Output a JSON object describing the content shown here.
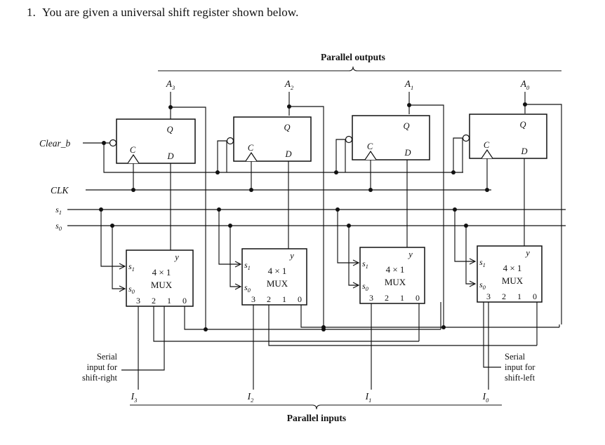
{
  "question": {
    "number": "1.",
    "text": "You are given a universal shift register shown below."
  },
  "diagram": {
    "title_parallel_outputs": "Parallel outputs",
    "title_parallel_inputs": "Parallel inputs",
    "left_signals": [
      {
        "name": "clear-b",
        "label": "Clear_b"
      },
      {
        "name": "clk",
        "label": "CLK"
      },
      {
        "name": "s1",
        "label": "s",
        "sub": "1"
      },
      {
        "name": "s0",
        "label": "s",
        "sub": "0"
      }
    ],
    "serial_right": {
      "line1": "Serial",
      "line2": "input for",
      "line3": "shift-right"
    },
    "serial_left": {
      "line1": "Serial",
      "line2": "input for",
      "line3": "shift-left"
    },
    "outputs": [
      {
        "label": "A",
        "sub": "3"
      },
      {
        "label": "A",
        "sub": "2"
      },
      {
        "label": "A",
        "sub": "1"
      },
      {
        "label": "A",
        "sub": "0"
      }
    ],
    "inputs": [
      {
        "label": "I",
        "sub": "3"
      },
      {
        "label": "I",
        "sub": "2"
      },
      {
        "label": "I",
        "sub": "1"
      },
      {
        "label": "I",
        "sub": "0"
      }
    ],
    "flipflops": [
      {
        "q": "Q",
        "c": "C",
        "d": "D"
      },
      {
        "q": "Q",
        "c": "C",
        "d": "D"
      },
      {
        "q": "Q",
        "c": "C",
        "d": "D"
      },
      {
        "q": "Q",
        "c": "C",
        "d": "D"
      }
    ],
    "muxes": [
      {
        "y": "y",
        "s1": "s",
        "s1sub": "1",
        "s0": "s",
        "s0sub": "0",
        "type_line1": "4 × 1",
        "type_line2": "MUX",
        "data_pins": [
          "3",
          "2",
          "1",
          "0"
        ]
      },
      {
        "y": "y",
        "s1": "s",
        "s1sub": "1",
        "s0": "s",
        "s0sub": "0",
        "type_line1": "4 × 1",
        "type_line2": "MUX",
        "data_pins": [
          "3",
          "2",
          "1",
          "0"
        ]
      },
      {
        "y": "y",
        "s1": "s",
        "s1sub": "1",
        "s0": "s",
        "s0sub": "0",
        "type_line1": "4 × 1",
        "type_line2": "MUX",
        "data_pins": [
          "3",
          "2",
          "1",
          "0"
        ]
      },
      {
        "y": "y",
        "s1": "s",
        "s1sub": "1",
        "s0": "s",
        "s0sub": "0",
        "type_line1": "4 × 1",
        "type_line2": "MUX",
        "data_pins": [
          "3",
          "2",
          "1",
          "0"
        ]
      }
    ],
    "colors": {
      "ink": "#111111",
      "paper": "#ffffff"
    }
  }
}
